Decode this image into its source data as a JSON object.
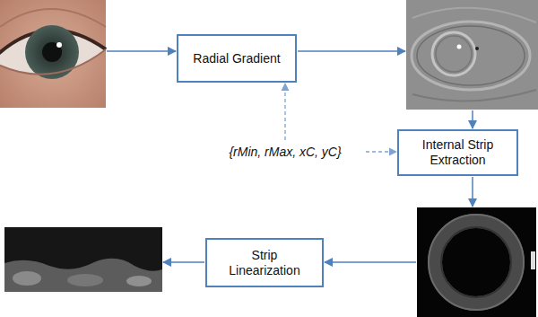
{
  "diagram": {
    "nodes": [
      {
        "text": [
          "Radial Gradient"
        ]
      },
      {
        "text": [
          "Internal Strip Extraction"
        ]
      },
      {
        "text": [
          "Strip Linearization"
        ]
      }
    ],
    "labels": [
      "{rMin, rMax, xC, yC}"
    ]
  }
}
